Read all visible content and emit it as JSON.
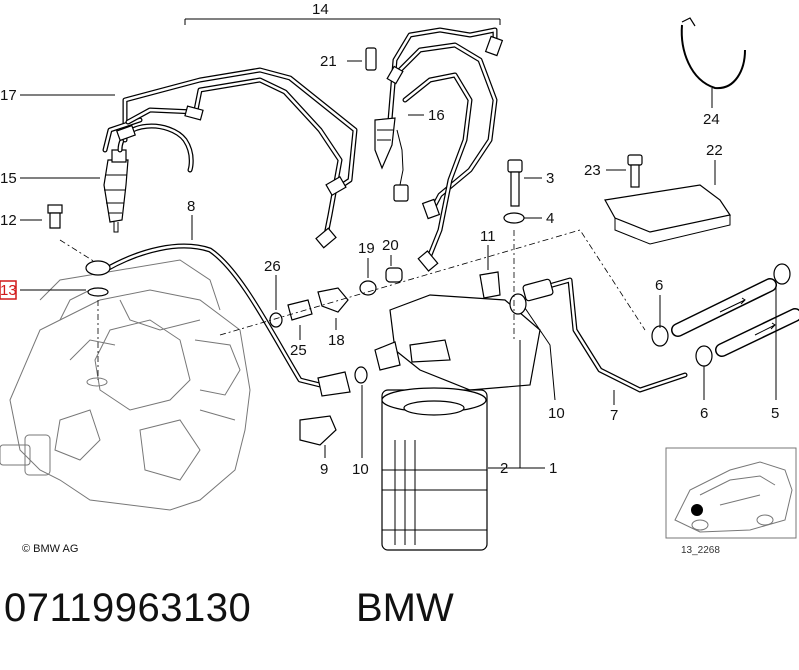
{
  "diagram": {
    "callouts": [
      "14",
      "21",
      "16",
      "17",
      "15",
      "12",
      "13",
      "8",
      "26",
      "19",
      "20",
      "11",
      "18",
      "25",
      "9",
      "10",
      "3",
      "4",
      "23",
      "22",
      "24",
      "6",
      "7",
      "5",
      "1",
      "2"
    ],
    "highlighted_callout": "13",
    "highlight_color": "#d11a1a",
    "copyright": "© BMW AG",
    "figure_id": "13_2268"
  },
  "footer": {
    "part_number": "07119963130",
    "brand": "BMW"
  }
}
